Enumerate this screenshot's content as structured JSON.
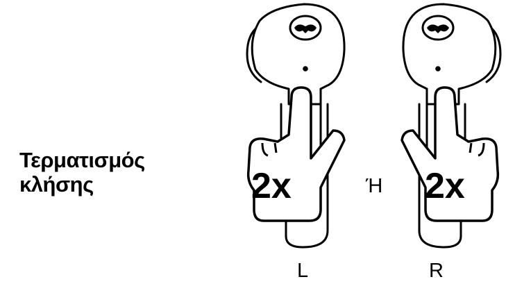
{
  "caption": {
    "line1": "Τερματισμός",
    "line2": "κλήσης"
  },
  "left": {
    "side": "L",
    "press": "2x"
  },
  "right": {
    "side": "R",
    "press": "2x"
  },
  "separator": "Ή",
  "icons": {
    "bud": "earbud-icon",
    "logo": "brand-face-logo",
    "hand": "pointing-hand-icon"
  }
}
